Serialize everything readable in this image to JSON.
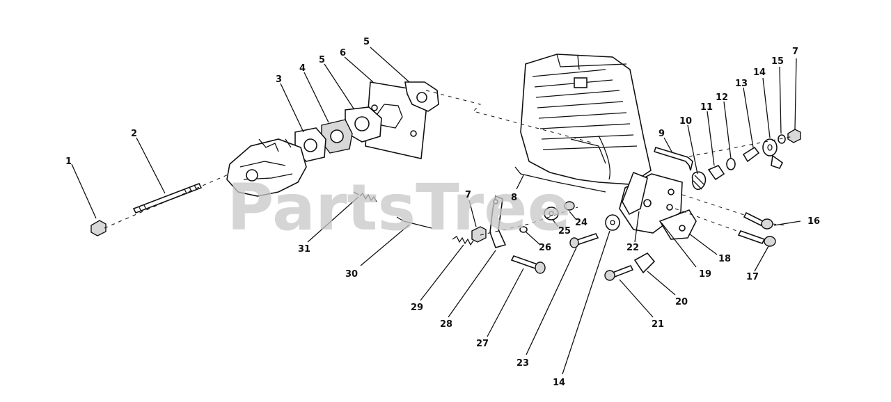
{
  "watermark": "PartsTree",
  "callouts": [
    {
      "id": "c1",
      "text": "1"
    },
    {
      "id": "c2",
      "text": "2"
    },
    {
      "id": "c3",
      "text": "3"
    },
    {
      "id": "c4",
      "text": "4"
    },
    {
      "id": "c5a",
      "text": "5"
    },
    {
      "id": "c6",
      "text": "6"
    },
    {
      "id": "c5b",
      "text": "5"
    },
    {
      "id": "c7a",
      "text": "7"
    },
    {
      "id": "c15",
      "text": "15"
    },
    {
      "id": "c14a",
      "text": "14"
    },
    {
      "id": "c13",
      "text": "13"
    },
    {
      "id": "c12",
      "text": "12"
    },
    {
      "id": "c11",
      "text": "11"
    },
    {
      "id": "c10",
      "text": "10"
    },
    {
      "id": "c9",
      "text": "9"
    },
    {
      "id": "c8",
      "text": "8"
    },
    {
      "id": "c7b",
      "text": "7"
    },
    {
      "id": "c24",
      "text": "24"
    },
    {
      "id": "c25",
      "text": "25"
    },
    {
      "id": "c26",
      "text": "26"
    },
    {
      "id": "c22",
      "text": "22"
    },
    {
      "id": "c19",
      "text": "19"
    },
    {
      "id": "c18",
      "text": "18"
    },
    {
      "id": "c16",
      "text": "16"
    },
    {
      "id": "c17",
      "text": "17"
    },
    {
      "id": "c31",
      "text": "31"
    },
    {
      "id": "c30",
      "text": "30"
    },
    {
      "id": "c29",
      "text": "29"
    },
    {
      "id": "c28",
      "text": "28"
    },
    {
      "id": "c27",
      "text": "27"
    },
    {
      "id": "c23",
      "text": "23"
    },
    {
      "id": "c14b",
      "text": "14"
    },
    {
      "id": "c20",
      "text": "20"
    },
    {
      "id": "c21",
      "text": "21"
    }
  ]
}
